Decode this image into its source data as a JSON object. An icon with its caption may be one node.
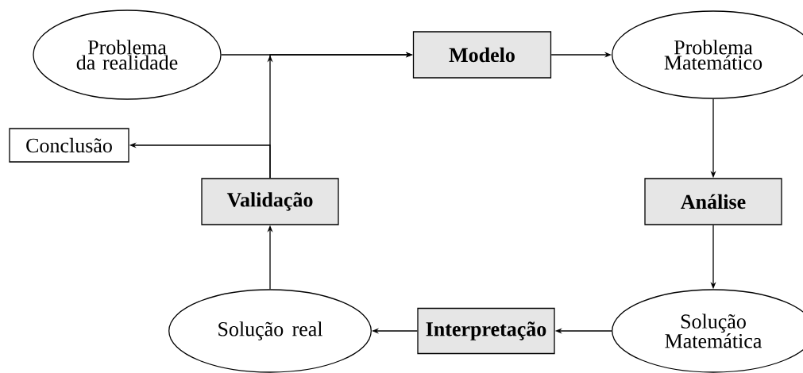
{
  "diagram": {
    "nodes": [
      {
        "text": [
          "Problema da realidade"
        ]
      },
      {
        "text": [
          "Modelo"
        ]
      },
      {
        "text": [
          "Problema Matemático"
        ]
      },
      {
        "text": [
          "Conclusão"
        ]
      },
      {
        "text": [
          "Validação"
        ]
      },
      {
        "text": [
          "Análise"
        ]
      },
      {
        "text": [
          "Solução real"
        ]
      },
      {
        "text": [
          "Interpretação"
        ]
      },
      {
        "text": [
          "Solução Matemática"
        ]
      }
    ],
    "edges": [
      {
        "from": 0,
        "to": 1,
        "arrow": "to"
      },
      {
        "from": 1,
        "to": 2,
        "arrow": "to"
      },
      {
        "from": 2,
        "to": 5,
        "arrow": "to"
      },
      {
        "from": 5,
        "to": 8,
        "arrow": "to"
      },
      {
        "from": 8,
        "to": 7,
        "arrow": "to"
      },
      {
        "from": 7,
        "to": 6,
        "arrow": "to"
      },
      {
        "from": 6,
        "to": 4,
        "arrow": "to"
      },
      {
        "from": 4,
        "to": 1,
        "arrow": "to"
      },
      {
        "from": 4,
        "to": 3,
        "arrow": "to"
      }
    ]
  }
}
